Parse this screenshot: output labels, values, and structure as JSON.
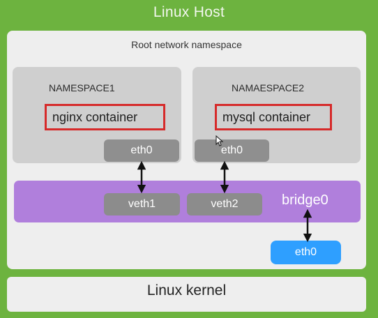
{
  "host": {
    "title": "Linux Host",
    "root_namespace_label": "Root network namespace"
  },
  "namespaces": [
    {
      "label": "NAMESPACE1",
      "container": "nginx container",
      "interface": "eth0"
    },
    {
      "label": "NAMAESPACE2",
      "container": "mysql container",
      "interface": "eth0"
    }
  ],
  "bridge": {
    "label": "bridge0",
    "veths": [
      "veth1",
      "veth2"
    ]
  },
  "host_interface": "eth0",
  "kernel": {
    "label": "Linux kernel"
  },
  "colors": {
    "host_green": "#6db33f",
    "bridge_purple": "#b07fdc",
    "container_border_red": "#d62a2a",
    "host_eth_blue": "#2e9fff"
  }
}
